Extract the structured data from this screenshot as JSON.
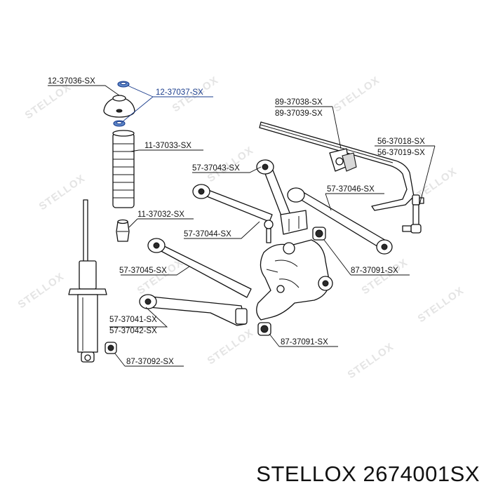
{
  "watermark": "STELLOX",
  "accent_color": "#1a3c8c",
  "labels": {
    "top_mount": "12-37036-SX",
    "bearing": "12-37037-SX",
    "boot": "11-37033-SX",
    "bump_stop": "11-37032-SX",
    "stab_bush_1": "89-37038-SX",
    "stab_bush_2": "89-37039-SX",
    "link_1": "56-37018-SX",
    "link_2": "56-37019-SX",
    "arm_43": "57-37043-SX",
    "arm_46": "57-37046-SX",
    "arm_44": "57-37044-SX",
    "bush_91_upper": "87-37091-SX",
    "arm_45": "57-37045-SX",
    "arm_41": "57-37041-SX",
    "arm_42": "57-37042-SX",
    "bush_91_lower": "87-37091-SX",
    "bush_92": "87-37092-SX"
  },
  "footer": "STELLOX 2674001SX"
}
